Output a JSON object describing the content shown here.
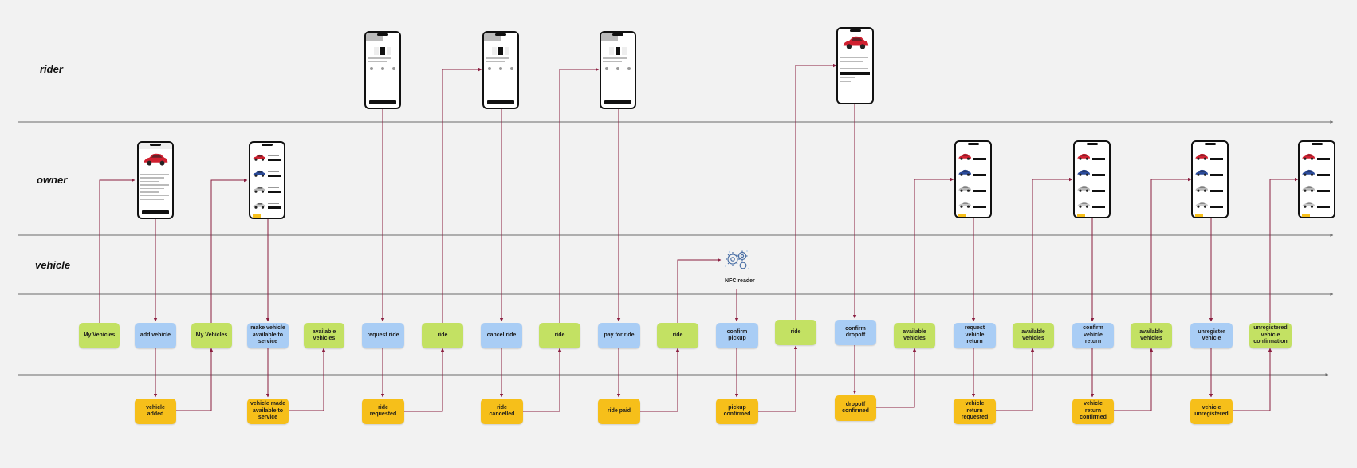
{
  "lanes": [
    {
      "id": "rider",
      "label": "rider"
    },
    {
      "id": "owner",
      "label": "owner"
    },
    {
      "id": "vehicle",
      "label": "vehicle"
    }
  ],
  "stickies": [
    {
      "id": "s1",
      "kind": "view",
      "text": "My Vehicles"
    },
    {
      "id": "s2",
      "kind": "command",
      "text": "add vehicle"
    },
    {
      "id": "s3",
      "kind": "view",
      "text": "My Vehicles"
    },
    {
      "id": "s4",
      "kind": "command",
      "text": "make vehicle available to service"
    },
    {
      "id": "s5",
      "kind": "view",
      "text": "available vehicles"
    },
    {
      "id": "s6",
      "kind": "command",
      "text": "request ride"
    },
    {
      "id": "s7",
      "kind": "view",
      "text": "ride"
    },
    {
      "id": "s8",
      "kind": "command",
      "text": "cancel ride"
    },
    {
      "id": "s9",
      "kind": "view",
      "text": "ride"
    },
    {
      "id": "s10",
      "kind": "command",
      "text": "pay for ride"
    },
    {
      "id": "s11",
      "kind": "view",
      "text": "ride"
    },
    {
      "id": "s12",
      "kind": "command",
      "text": "confirm pickup"
    },
    {
      "id": "s13",
      "kind": "view",
      "text": "ride"
    },
    {
      "id": "s14",
      "kind": "command",
      "text": "confirm dropoff"
    },
    {
      "id": "s15",
      "kind": "view",
      "text": "available vehicles"
    },
    {
      "id": "s16",
      "kind": "command",
      "text": "request vehicle return"
    },
    {
      "id": "s17",
      "kind": "view",
      "text": "available vehicles"
    },
    {
      "id": "s18",
      "kind": "command",
      "text": "confirm vehicle return"
    },
    {
      "id": "s19",
      "kind": "view",
      "text": "available vehicles"
    },
    {
      "id": "s20",
      "kind": "command",
      "text": "unregister vehicle"
    },
    {
      "id": "s21",
      "kind": "view",
      "text": "unregistered vehicle confirmation"
    },
    {
      "id": "e1",
      "kind": "event",
      "text": "vehicle added"
    },
    {
      "id": "e2",
      "kind": "event",
      "text": "vehicle made available to service"
    },
    {
      "id": "e3",
      "kind": "event",
      "text": "ride requested"
    },
    {
      "id": "e4",
      "kind": "event",
      "text": "ride cancelled"
    },
    {
      "id": "e5",
      "kind": "event",
      "text": "ride paid"
    },
    {
      "id": "e6",
      "kind": "event",
      "text": "pickup confirmed"
    },
    {
      "id": "e7",
      "kind": "event",
      "text": "dropoff confirmed"
    },
    {
      "id": "e8",
      "kind": "event",
      "text": "vehicle return requested"
    },
    {
      "id": "e9",
      "kind": "event",
      "text": "vehicle return confirmed"
    },
    {
      "id": "e10",
      "kind": "event",
      "text": "vehicle unregistered"
    }
  ],
  "screens": [
    {
      "id": "p_add",
      "lane": "owner",
      "screen": "add-vehicle-form"
    },
    {
      "id": "p_list1",
      "lane": "owner",
      "screen": "vehicle-list"
    },
    {
      "id": "p_req",
      "lane": "rider",
      "screen": "ride-request"
    },
    {
      "id": "p_cancel",
      "lane": "rider",
      "screen": "ride-request"
    },
    {
      "id": "p_pay",
      "lane": "rider",
      "screen": "ride-request"
    },
    {
      "id": "p_ride",
      "lane": "rider",
      "screen": "ride-details"
    },
    {
      "id": "p_list2",
      "lane": "owner",
      "screen": "vehicle-list"
    },
    {
      "id": "p_list3",
      "lane": "owner",
      "screen": "vehicle-list"
    },
    {
      "id": "p_list4",
      "lane": "owner",
      "screen": "vehicle-list"
    },
    {
      "id": "p_list5",
      "lane": "owner",
      "screen": "vehicle-list"
    }
  ],
  "nfc": {
    "label": "NFC reader",
    "icon": "nfc-gears-icon"
  },
  "colors": {
    "view": "#c3e163",
    "command": "#a9cdf5",
    "event": "#f6bf1a",
    "connector": "#8b1d3f",
    "lane_line": "#6b6b6b",
    "background": "#f2f2f2"
  }
}
